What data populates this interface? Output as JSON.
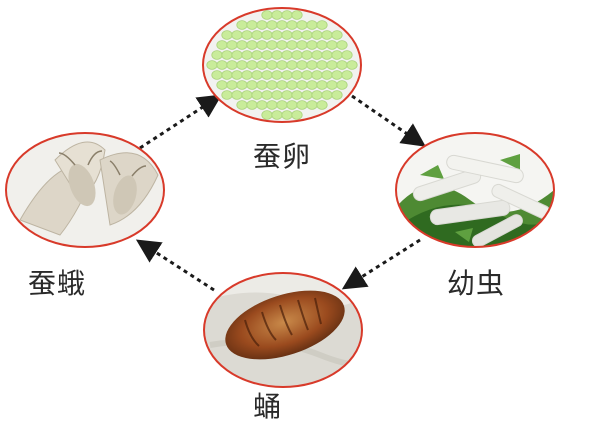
{
  "stages": {
    "egg": "蚕卵",
    "larva": "幼虫",
    "pupa": "蛹",
    "moth": "蚕蛾"
  },
  "colors": {
    "ring": "#d83a2a",
    "arrow": "#1a1a1a",
    "egg_fill": "#c9ec9a",
    "larva_body": "#eeeeea",
    "leaf_green": "#3f7a2a",
    "pupa_brown": "#9a4a1e",
    "moth_body": "#ddd6c8"
  }
}
